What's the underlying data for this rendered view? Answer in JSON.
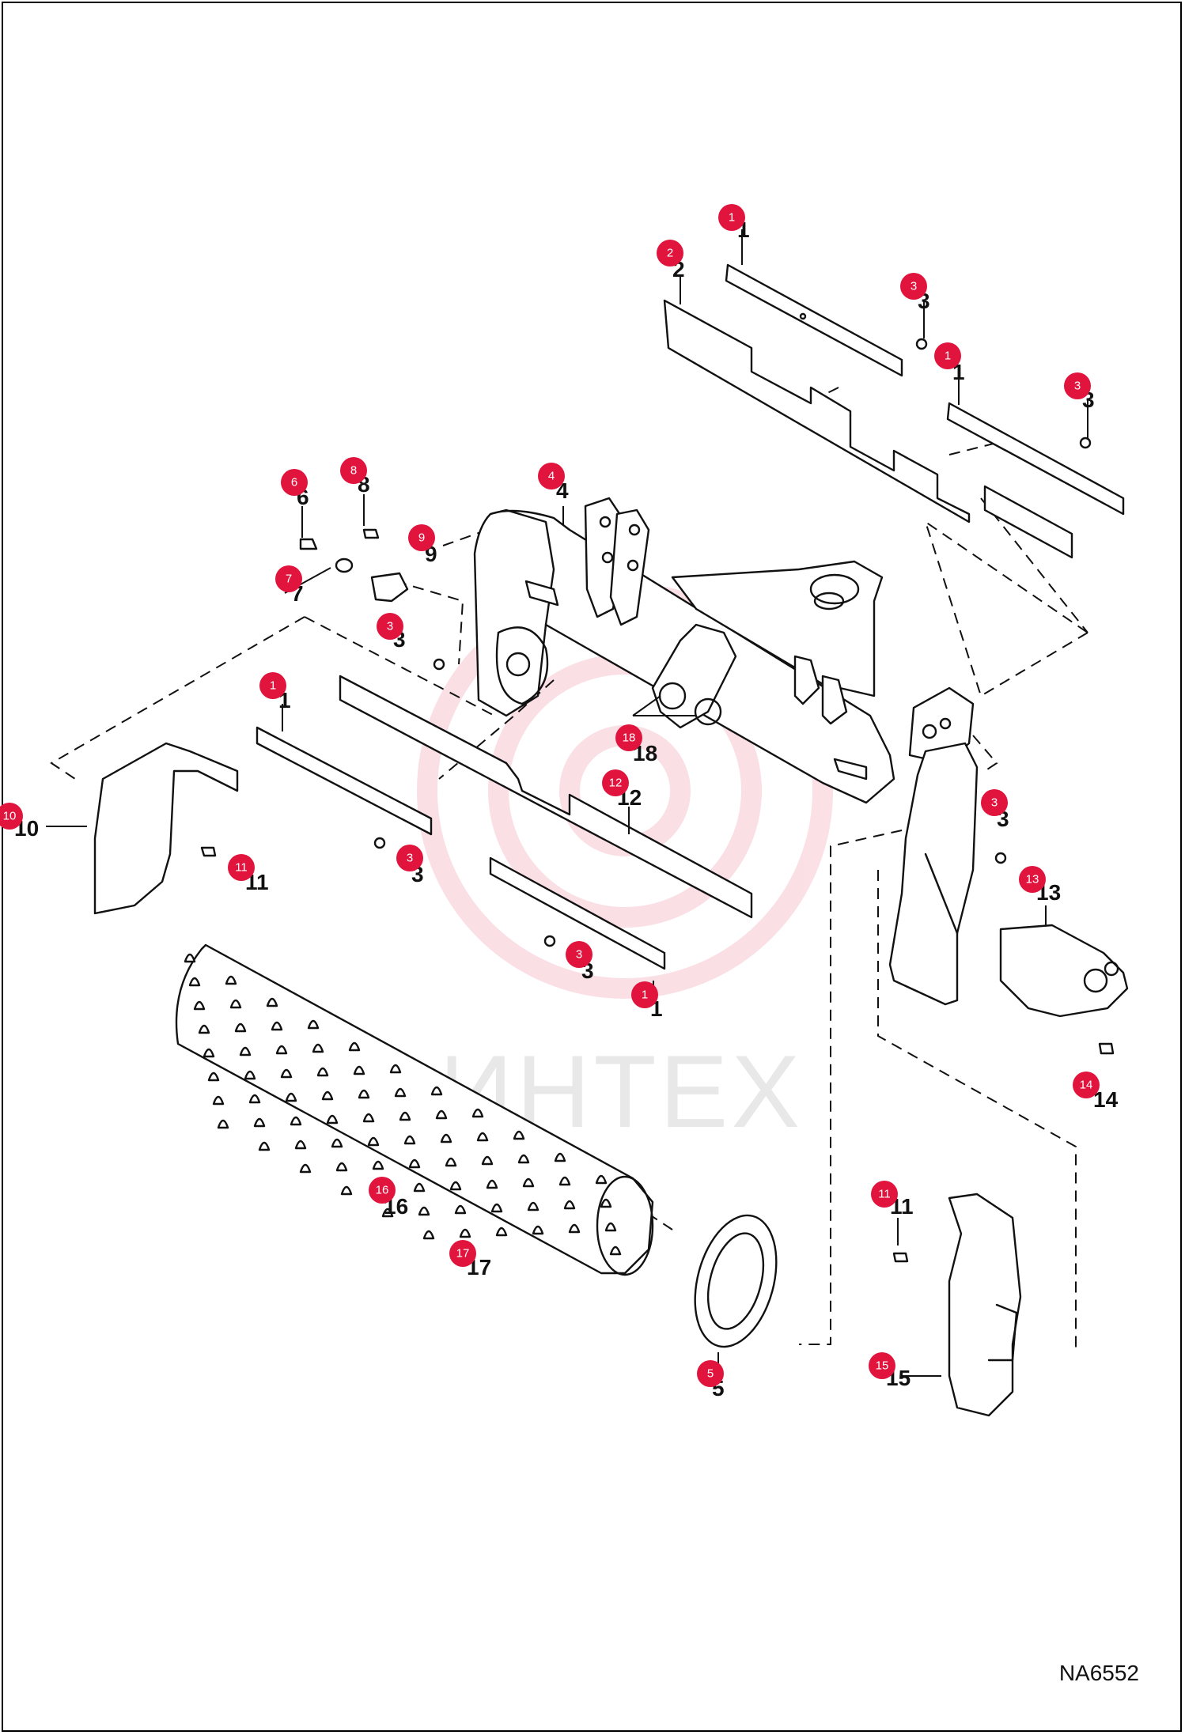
{
  "drawing_code": "NA6552",
  "watermark": {
    "text": "ИНТЕХ",
    "color": "#e0143c"
  },
  "badge_color": "#e0143c",
  "callouts": [
    {
      "id": "c1a",
      "n": "1",
      "label": "1"
    },
    {
      "id": "c2",
      "n": "2",
      "label": "2"
    },
    {
      "id": "c3a",
      "n": "3",
      "label": "3"
    },
    {
      "id": "c1b",
      "n": "1",
      "label": "1"
    },
    {
      "id": "c3b",
      "n": "3",
      "label": "3"
    },
    {
      "id": "c4",
      "n": "4",
      "label": "4"
    },
    {
      "id": "c6",
      "n": "6",
      "label": "6"
    },
    {
      "id": "c8",
      "n": "8",
      "label": "8"
    },
    {
      "id": "c9",
      "n": "9",
      "label": "9"
    },
    {
      "id": "c7",
      "n": "7",
      "label": "7"
    },
    {
      "id": "c3c",
      "n": "3",
      "label": "3"
    },
    {
      "id": "c1c",
      "n": "1",
      "label": "1"
    },
    {
      "id": "c18",
      "n": "18",
      "label": "18"
    },
    {
      "id": "c12",
      "n": "12",
      "label": "12"
    },
    {
      "id": "c10",
      "n": "10",
      "label": "10"
    },
    {
      "id": "c11a",
      "n": "11",
      "label": "11"
    },
    {
      "id": "c3d",
      "n": "3",
      "label": "3"
    },
    {
      "id": "c3e",
      "n": "3",
      "label": "3"
    },
    {
      "id": "c1d",
      "n": "1",
      "label": "1"
    },
    {
      "id": "c3f",
      "n": "3",
      "label": "3"
    },
    {
      "id": "c13",
      "n": "13",
      "label": "13"
    },
    {
      "id": "c14",
      "n": "14",
      "label": "14"
    },
    {
      "id": "c16",
      "n": "16",
      "label": "16"
    },
    {
      "id": "c17",
      "n": "17",
      "label": "17"
    },
    {
      "id": "c11b",
      "n": "11",
      "label": "11"
    },
    {
      "id": "c15",
      "n": "15",
      "label": "15"
    },
    {
      "id": "c5",
      "n": "5",
      "label": "5"
    }
  ]
}
